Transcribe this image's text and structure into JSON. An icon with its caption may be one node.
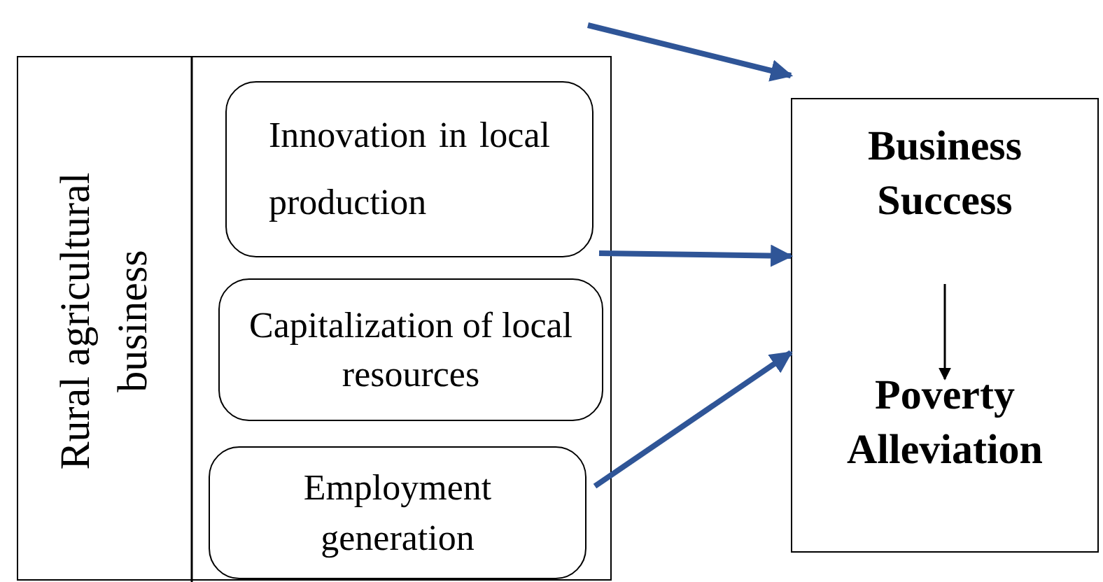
{
  "diagram": {
    "nodes": [
      {
        "text": [
          "Rural agricultural business"
        ]
      },
      {
        "text": [
          "Innovation in local production"
        ],
        "in": 0
      },
      {
        "text": [
          "Capitalization of local resources"
        ],
        "in": 0
      },
      {
        "text": [
          "Employment generation"
        ],
        "in": 0
      },
      {
        "text": [],
        "shape": "box"
      },
      {
        "text": [
          "Business Success"
        ],
        "in": 4
      },
      {
        "text": [
          "Poverty Alleviation"
        ],
        "in": 4
      }
    ],
    "edges": [
      {
        "from": null,
        "to": 4,
        "arrow": "to"
      },
      {
        "from": 1,
        "to": 4,
        "arrow": "to"
      },
      {
        "from": 3,
        "to": 4,
        "arrow": "to"
      },
      {
        "from": 5,
        "to": 6,
        "arrow": "to",
        "color": "#000000"
      }
    ]
  }
}
